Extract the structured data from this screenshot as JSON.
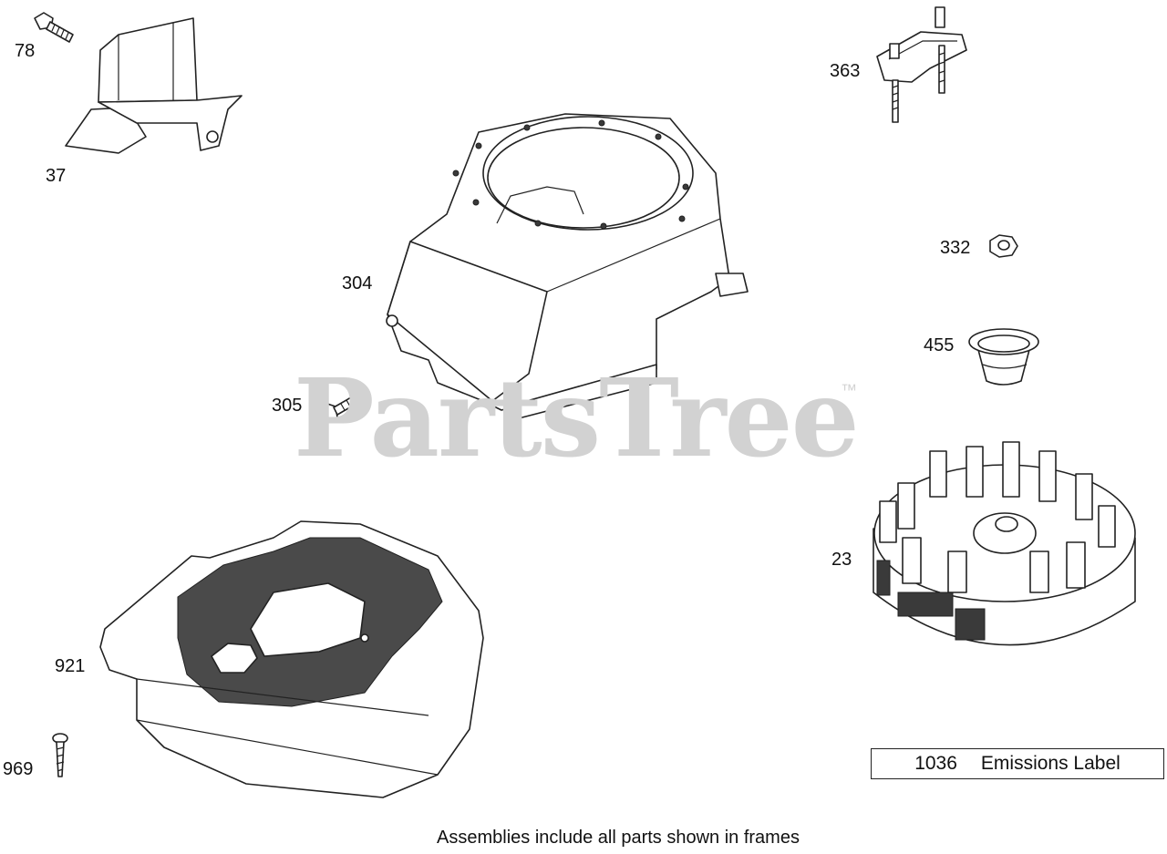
{
  "watermark": {
    "brand": "PartsTree",
    "trademark": "™"
  },
  "callouts": {
    "p78": "78",
    "p37": "37",
    "p304": "304",
    "p305": "305",
    "p363": "363",
    "p332": "332",
    "p455": "455",
    "p23": "23",
    "p921": "921",
    "p969": "969"
  },
  "emissions": {
    "number": "1036",
    "label": "Emissions Label"
  },
  "footnote": "Assemblies include all parts shown in frames"
}
